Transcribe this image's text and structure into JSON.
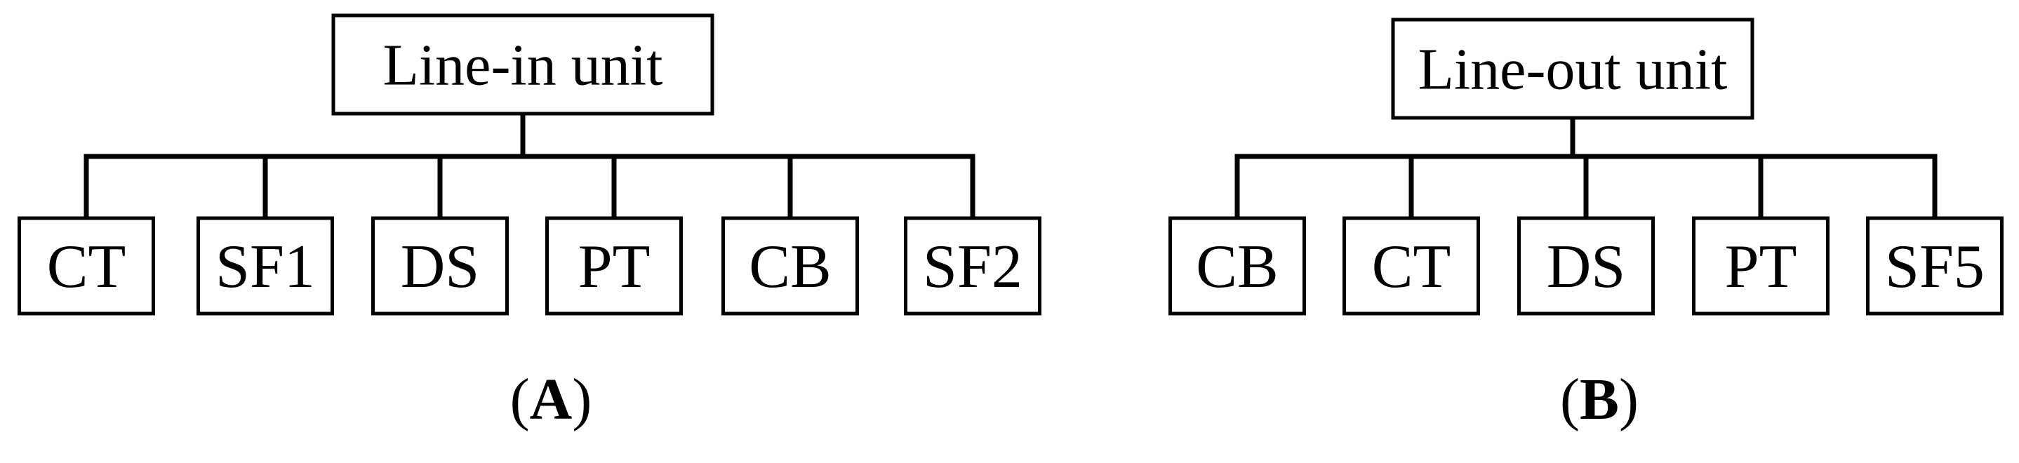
{
  "diagrams": [
    {
      "root": "Line-in unit",
      "children": [
        "CT",
        "SF1",
        "DS",
        "PT",
        "CB",
        "SF2"
      ],
      "caption": "A"
    },
    {
      "root": "Line-out unit",
      "children": [
        "CB",
        "CT",
        "DS",
        "PT",
        "SF5"
      ],
      "caption": "B"
    }
  ],
  "colors": {
    "line": "#000000",
    "box_fill": "#ffffff",
    "background": "#ffffff"
  }
}
